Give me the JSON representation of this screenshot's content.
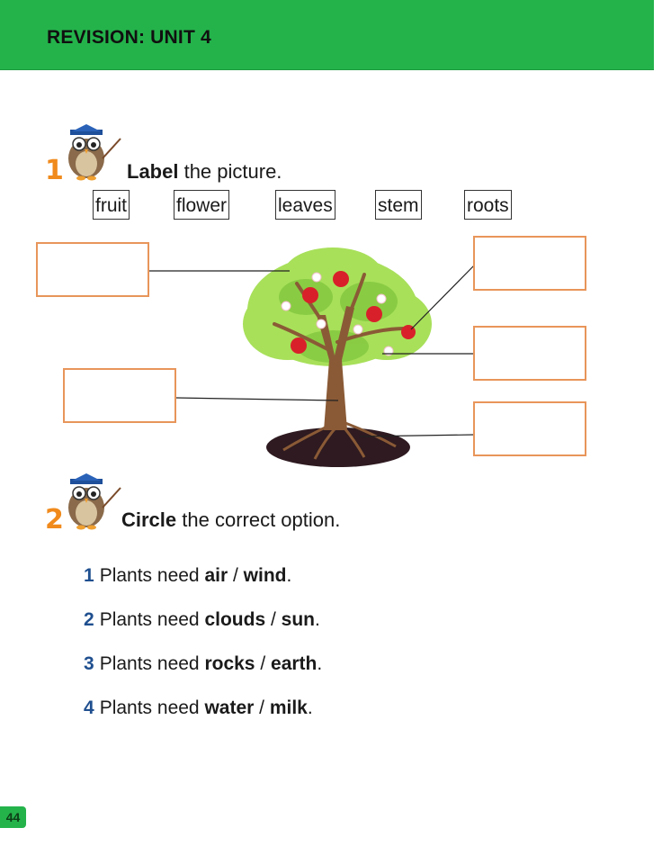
{
  "header": {
    "title": "REVISION: UNIT 4"
  },
  "exercise1": {
    "number": "1",
    "instruction_bold": "Label",
    "instruction_rest": " the picture.",
    "words": [
      "fruit",
      "flower",
      "leaves",
      "stem",
      "roots"
    ]
  },
  "exercise2": {
    "number": "2",
    "instruction_bold": "Circle",
    "instruction_rest": " the correct option.",
    "items": [
      {
        "num": "1",
        "prefix": "Plants need ",
        "opt_a": "air",
        "sep": " / ",
        "opt_b": "wind",
        "end": "."
      },
      {
        "num": "2",
        "prefix": "Plants need ",
        "opt_a": "clouds",
        "sep": " / ",
        "opt_b": "sun",
        "end": "."
      },
      {
        "num": "3",
        "prefix": "Plants need ",
        "opt_a": "rocks",
        "sep": " / ",
        "opt_b": "earth",
        "end": "."
      },
      {
        "num": "4",
        "prefix": "Plants need ",
        "opt_a": "water",
        "sep": " / ",
        "opt_b": "milk",
        "end": "."
      }
    ]
  },
  "footer": {
    "page_number": "44"
  },
  "colors": {
    "banner": "#24b34b",
    "exercise_number": "#f08a1c",
    "label_box_border": "#e8955a",
    "item_number": "#1f4f8f"
  }
}
